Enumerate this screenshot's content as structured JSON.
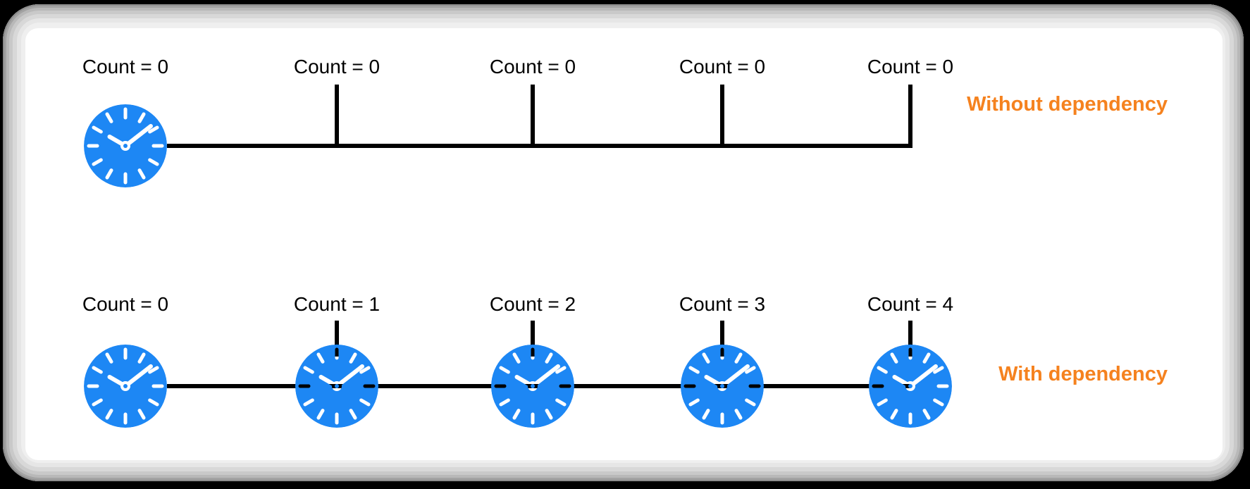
{
  "colors": {
    "page_bg": "#000000",
    "canvas_white": "#ffffff",
    "clock_blue": "#1D87F4",
    "caption_orange": "#F5821F",
    "line_color": "#000000",
    "label_color": "#000000"
  },
  "icons": {
    "clock": "clock-face-showing-ten-past-ten"
  },
  "rows": {
    "without": {
      "caption": "Without dependency",
      "labels": [
        "Count = 0",
        "Count = 0",
        "Count = 0",
        "Count = 0",
        "Count = 0"
      ]
    },
    "with": {
      "caption": "With dependency",
      "labels": [
        "Count = 0",
        "Count = 1",
        "Count = 2",
        "Count = 3",
        "Count = 4"
      ]
    }
  }
}
